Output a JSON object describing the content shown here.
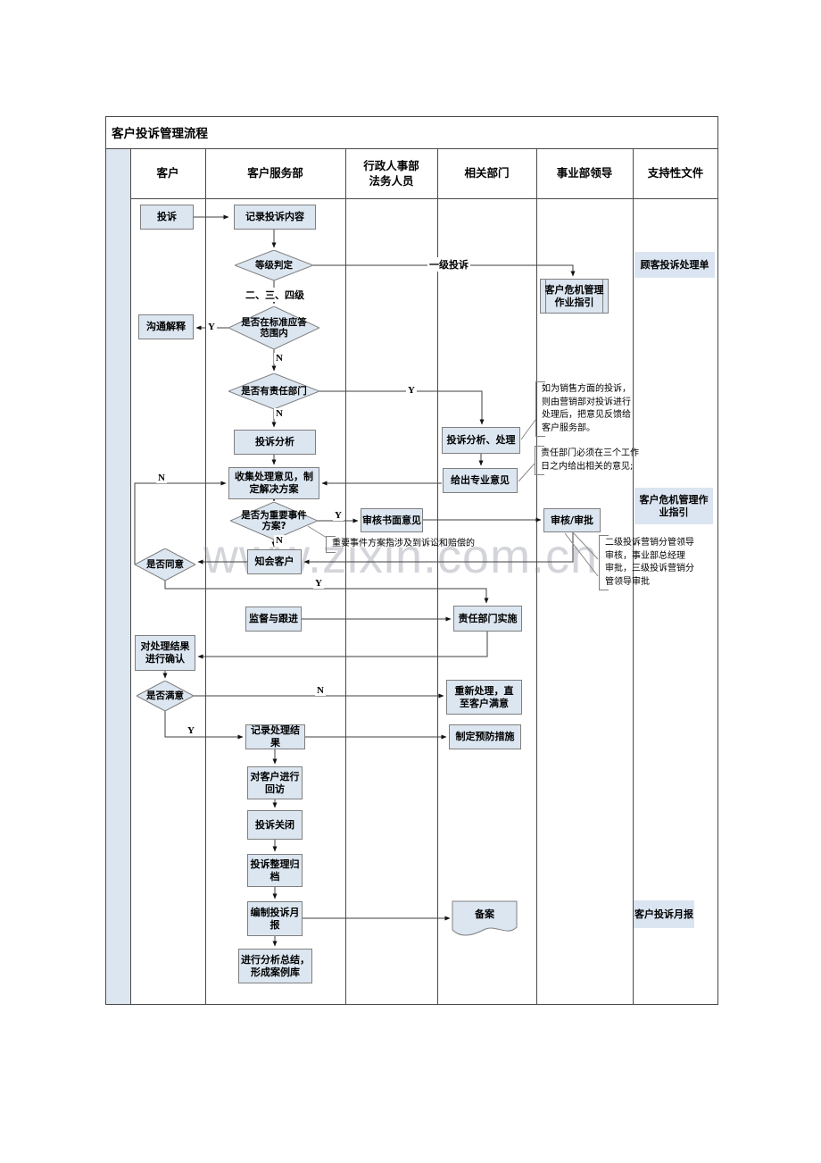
{
  "title": "客户投诉管理流程",
  "lanes": [
    {
      "label": "客户"
    },
    {
      "label": "客户服务部"
    },
    {
      "label": "行政人事部\n法务人员"
    },
    {
      "label": "相关部门"
    },
    {
      "label": "事业部领导"
    },
    {
      "label": "支持性文件"
    }
  ],
  "nodes": {
    "tousu": {
      "label": "投诉"
    },
    "jilu": {
      "label": "记录投诉内容"
    },
    "dengji": {
      "label": "等级判定"
    },
    "biaozhun": {
      "label": "是否在标准应答\n范围内"
    },
    "goutong": {
      "label": "沟通解释"
    },
    "zeren": {
      "label": "是否有责任部门"
    },
    "tousufenxi": {
      "label": "投诉分析"
    },
    "fenxichuli": {
      "label": "投诉分析、处理"
    },
    "geichu": {
      "label": "给出专业意见"
    },
    "shouji": {
      "label": "收集处理意见，制\n定解决方案"
    },
    "zhongyao": {
      "label": "是否为重要事件\n方案?"
    },
    "shenheshumian": {
      "label": "审核书面意见"
    },
    "zhihui": {
      "label": "知会客户"
    },
    "tongyi": {
      "label": "是否同意"
    },
    "shenheshenpi": {
      "label": "审核/审批"
    },
    "jiandu": {
      "label": "监督与跟进"
    },
    "zerenshishi": {
      "label": "责任部门实施"
    },
    "duichuli": {
      "label": "对处理结果\n进行确认"
    },
    "manyi": {
      "label": "是否满意"
    },
    "chongxin": {
      "label": "重新处理，直\n至客户满意"
    },
    "jiluchuli": {
      "label": "记录处理结果"
    },
    "zhiding": {
      "label": "制定预防措施"
    },
    "huifang": {
      "label": "对客户进行\n回访"
    },
    "guanbi": {
      "label": "投诉关闭"
    },
    "guidang": {
      "label": "投诉整理归\n档"
    },
    "yuebao": {
      "label": "编制投诉月\n报"
    },
    "fenxizongjie": {
      "label": "进行分析总结，\n形成案例库"
    },
    "weijizhiyin1": {
      "label": "客户危机管理\n作业指引"
    },
    "guke": {
      "label": "顾客投诉处理单"
    },
    "weijizhiyin2": {
      "label": "客户危机管理作\n业指引"
    },
    "beian": {
      "label": "备案"
    },
    "kehuyuebao": {
      "label": "客户投诉月报"
    }
  },
  "branch_labels": {
    "yiji": "一级投诉",
    "ersansiji": "二、三、四级",
    "y1": "Y",
    "n1": "N",
    "y2": "Y",
    "n2": "N",
    "n3": "N",
    "y3": "Y",
    "n4": "N",
    "y4": "Y",
    "n5": "N",
    "y5": "Y"
  },
  "annotations": {
    "xiaoshou": "如为销售方面的投诉，\n则由营销部对投诉进行\n处理后，把意见反馈给\n客户服务部。",
    "sangongzuori": "责任部门必须在三个工作\n日之内给出相关的意见;",
    "zhongyaoshijian": "重要事件方案指涉及到诉讼和赔偿的",
    "erjitousu": "二级投诉营销分管领导\n审核，事业部总经理\n审批，三级投诉营销分\n管领导审批"
  },
  "watermark": "www.zixin.com.cn",
  "colors": {
    "box_fill": "#dce6f1",
    "box_border": "#7f7f7f",
    "grid_line": "#4a4a4a",
    "lane_shade": "#dce6f1"
  }
}
